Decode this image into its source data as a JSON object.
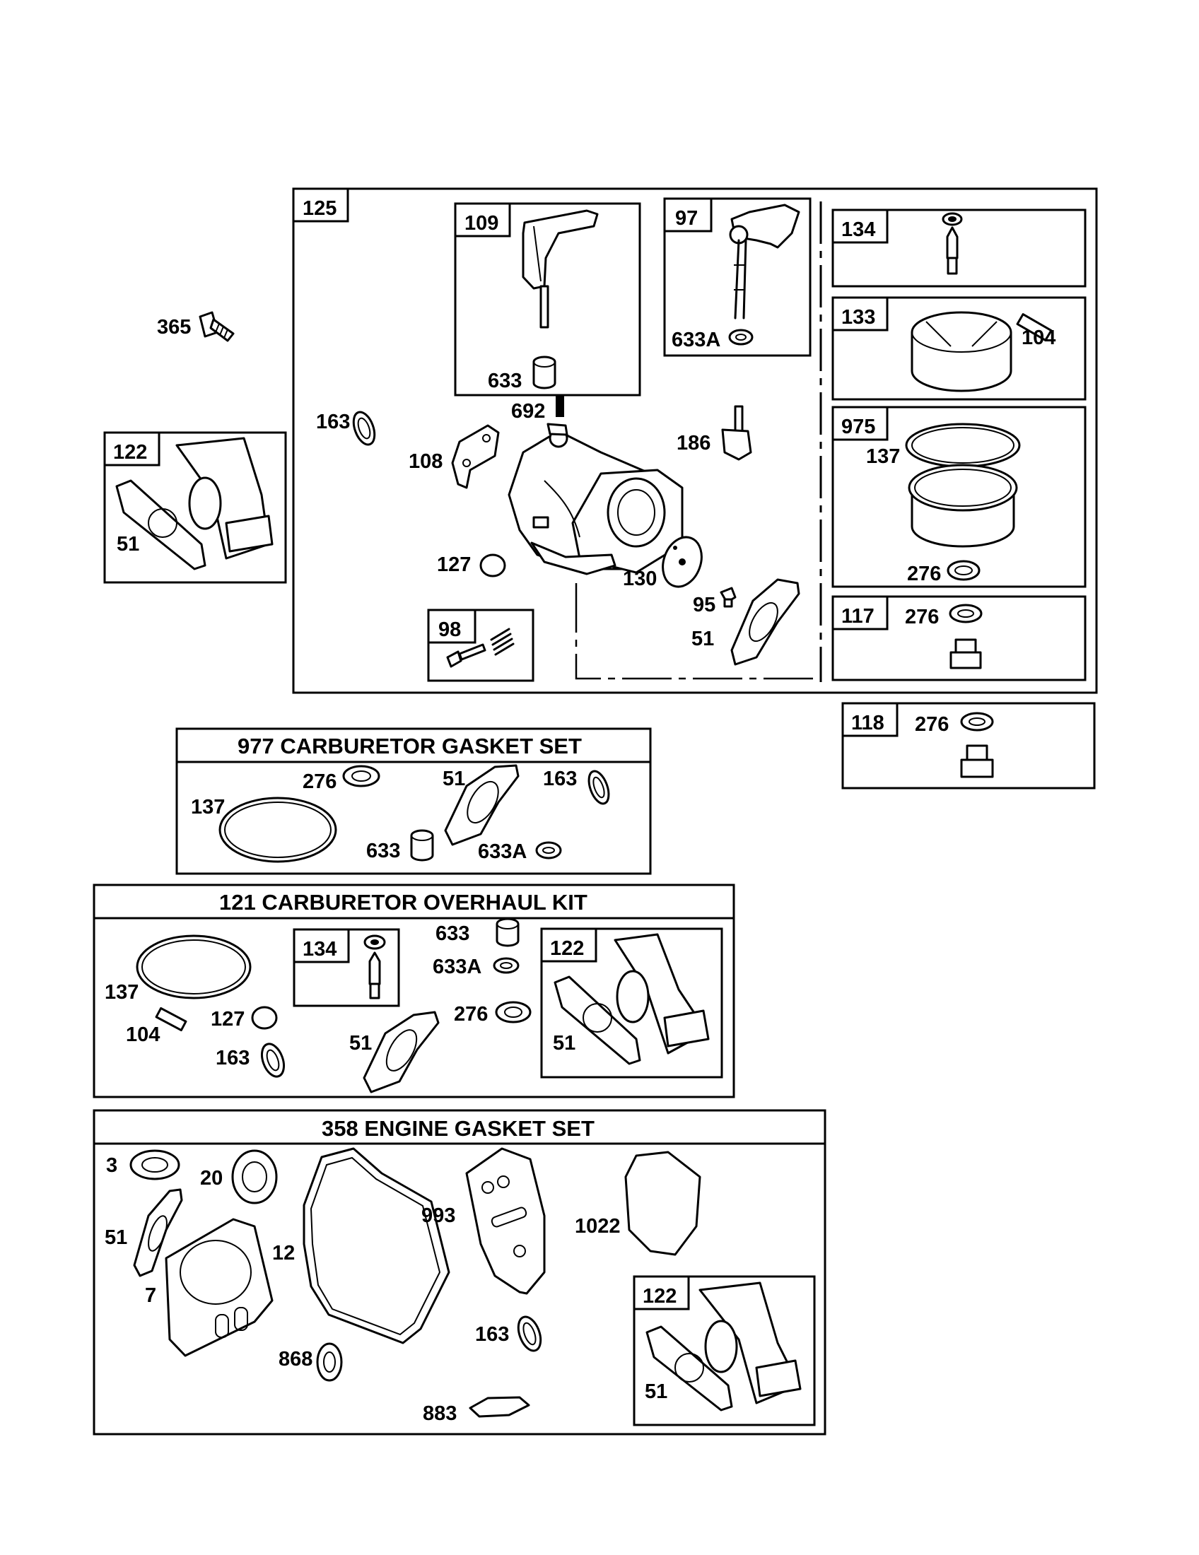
{
  "labels": {
    "p365": "365",
    "b125": "125",
    "b109": "109",
    "p633_a": "633",
    "b97": "97",
    "p633A_a": "633A",
    "b134_a": "134",
    "b133": "133",
    "p104_a": "104",
    "b975": "975",
    "p137_a": "137",
    "p276_a": "276",
    "b117": "117",
    "p276_b": "276",
    "p692": "692",
    "p163_a": "163",
    "p108": "108",
    "p186": "186",
    "b122_a": "122",
    "p51_a": "51",
    "p127_a": "127",
    "p130": "130",
    "p95": "95",
    "p51_b": "51",
    "b98": "98",
    "b118": "118",
    "p276_c": "276",
    "p276_d": "276",
    "p51_c": "51",
    "p163_b": "163",
    "p137_b": "137",
    "p633_b": "633",
    "p633A_b": "633A",
    "b134_b": "134",
    "p633_c": "633",
    "p633A_c": "633A",
    "b122_b": "122",
    "p137_c": "137",
    "p104_b": "104",
    "p127_b": "127",
    "p276_e": "276",
    "p163_c": "163",
    "p51_d": "51",
    "p51_e": "51",
    "p3": "3",
    "p20": "20",
    "p51_f": "51",
    "p12": "12",
    "p993": "993",
    "p1022": "1022",
    "p7": "7",
    "p163_d": "163",
    "b122_c": "122",
    "p868": "868",
    "p51_g": "51",
    "p883": "883"
  },
  "kits": {
    "k977": "977 CARBURETOR  GASKET SET",
    "k121": "121 CARBURETOR OVERHAUL KIT",
    "k358": "358 ENGINE GASKET SET"
  }
}
